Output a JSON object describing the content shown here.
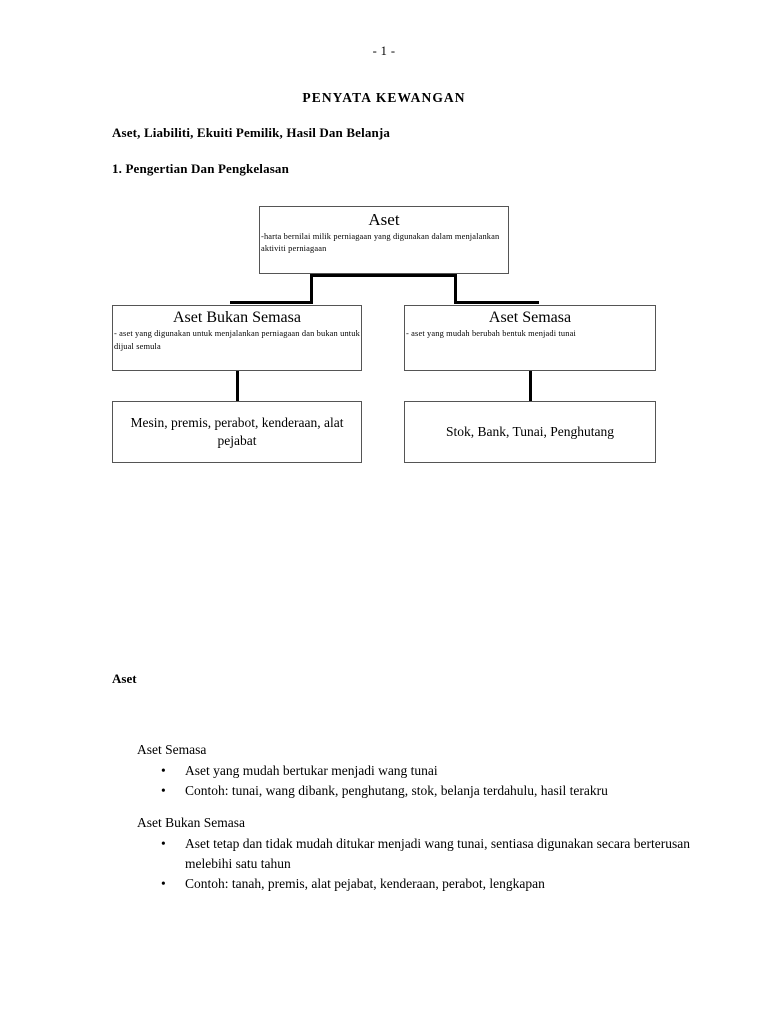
{
  "header": {
    "page_number": "- 1 -",
    "title": "PENYATA KEWANGAN",
    "subtitle": "Aset, Liabiliti, Ekuiti Pemilik, Hasil Dan Belanja",
    "section_heading": "1. Pengertian Dan Pengkelasan"
  },
  "diagram": {
    "root": {
      "title": "Aset",
      "description": "-harta bernilai milik perniagaan yang digunakan dalam menjalankan aktiviti perniagaan"
    },
    "non_current": {
      "title": "Aset Bukan Semasa",
      "description": "- aset yang digunakan untuk menjalankan perniagaan dan bukan untuk dijual semula",
      "examples": "Mesin, premis, perabot, kenderaan, alat pejabat"
    },
    "current": {
      "title": "Aset Semasa",
      "description": "- aset yang mudah berubah bentuk menjadi tunai",
      "examples": "Stok, Bank, Tunai, Penghutang"
    }
  },
  "body": {
    "aset_label": "Aset",
    "bullet_glyph": "•",
    "current": {
      "title": "Aset Semasa",
      "points": [
        "Aset yang mudah bertukar menjadi wang tunai",
        "Contoh: tunai, wang dibank, penghutang, stok, belanja terdahulu, hasil terakru"
      ]
    },
    "non_current": {
      "title": "Aset Bukan Semasa",
      "points": [
        "Aset tetap dan tidak mudah ditukar menjadi wang tunai, sentiasa digunakan secara berterusan melebihi satu tahun",
        "Contoh: tanah, premis, alat pejabat, kenderaan, perabot, lengkapan"
      ]
    }
  }
}
